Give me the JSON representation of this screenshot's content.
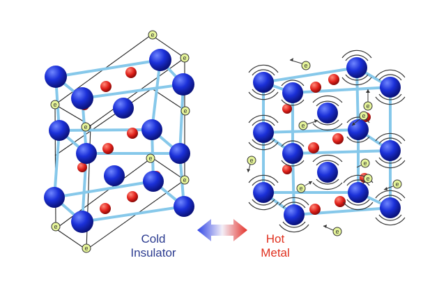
{
  "labels": {
    "cold_line1": "Cold",
    "cold_line2": "Insulator",
    "hot_line1": "Hot",
    "hot_line2": "Metal",
    "electron": "e"
  },
  "colors": {
    "cold_text": "#2a3a8f",
    "hot_text": "#e0301e",
    "atom_blue": "#1a2fd6",
    "atom_red": "#e02020",
    "bond": "#7cc3e6",
    "electron_fill": "#e6f59a",
    "outline": "#222222"
  },
  "diagram": {
    "left_panel": "cold insulating lattice with electrons localized at cell corners",
    "right_panel": "hot metallic lattice with vibrating atoms and free electrons",
    "arrow": "double-headed arrow blue to red"
  }
}
